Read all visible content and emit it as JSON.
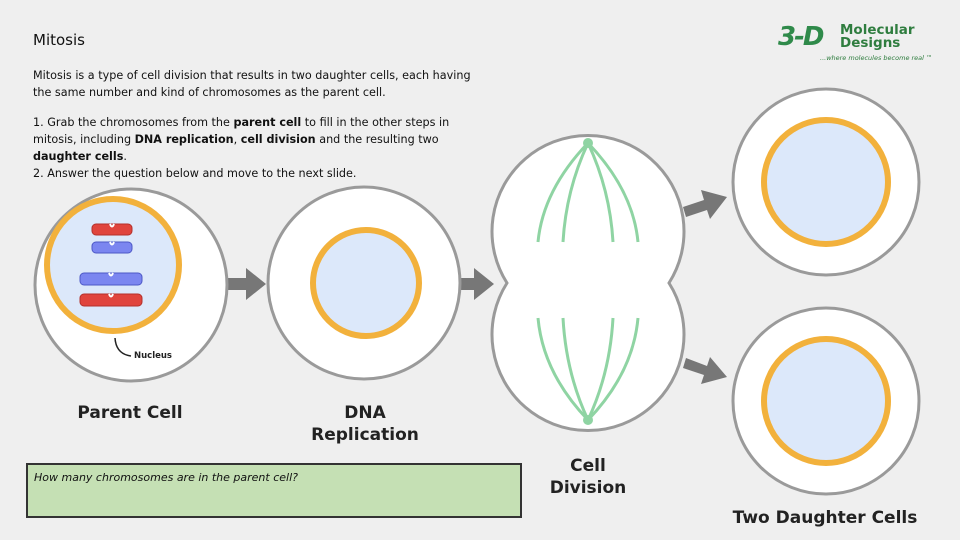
{
  "slide": {
    "title": "Mitosis",
    "intro": "Mitosis is a type of cell division that results in two daughter cells, each having the same number and kind of chromosomes as the parent cell.",
    "step1_a": "1. Grab the chromosomes from the ",
    "step1_b": "parent cell",
    "step1_c": " to fill in the other steps in mitosis, including ",
    "step1_d": "DNA replication",
    "step1_e": ", ",
    "step1_f": "cell division",
    "step1_g": " and the resulting two ",
    "step1_h": "daughter cells",
    "step1_i": ".",
    "step2": "2. Answer the question below and move to the next slide."
  },
  "logo": {
    "mark": "3-D",
    "name_line1": "Molecular",
    "name_line2": "Designs",
    "tagline": "...where molecules become real ™"
  },
  "diagram": {
    "nucleus_label": "Nucleus",
    "parent_label": "Parent Cell",
    "dna_label_1": "DNA",
    "dna_label_2": "Replication",
    "division_label_1": "Cell",
    "division_label_2": "Division",
    "daughters_label": "Two Daughter Cells",
    "colors": {
      "cell_fill": "#ffffff",
      "cell_stroke": "#9a9a9a",
      "nuclear_ring": "#f2b13c",
      "nuclear_fill": "#dce8fa",
      "spindle": "#8fd4a3",
      "chromosome_red": "#e0443d",
      "chromosome_blue": "#7b86f0",
      "arrow": "#777777"
    }
  },
  "question": {
    "text": "How many chromosomes are in the parent cell?"
  }
}
